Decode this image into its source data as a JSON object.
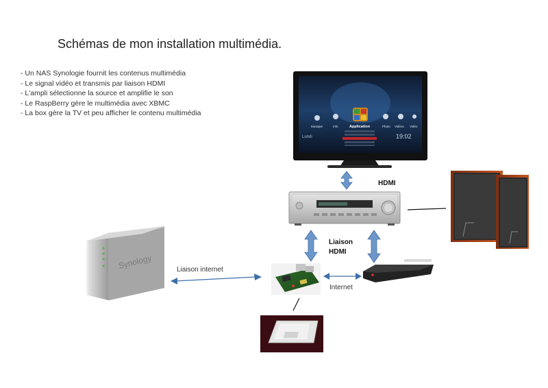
{
  "title": "Schémas de mon installation multimédia.",
  "bullets": [
    "- Un NAS Synologie fournit les contenus multimédia",
    "- Le signal vidéo et transmis par liaison HDMI",
    "- L'ampli sélectionne la source et amplifie le son",
    "- Le RaspBerry gère le multimédia avec XBMC",
    "- La box gère la TV et peu afficher le contenu multimédia"
  ],
  "labels": {
    "hdmi_tv": "HDMI",
    "liaison": "Liaison",
    "hdmi_pi": "HDMI",
    "liaison_internet": "Liaison internet",
    "internet": "Internet"
  },
  "devices": {
    "nas_brand": "Synology",
    "tv_menu_selected": "Application",
    "tv_clock": "19:02",
    "tv_day": "Lundi",
    "tv_menu_items": [
      "Musique",
      "Info",
      "Application",
      "Photo",
      "Vidéos",
      "Vidéo"
    ]
  },
  "colors": {
    "arrow": "#6d97c9",
    "arrow_stroke": "#3f6fa8",
    "tv_screen": "#16263d",
    "speaker_wood": "#b24a1e"
  }
}
